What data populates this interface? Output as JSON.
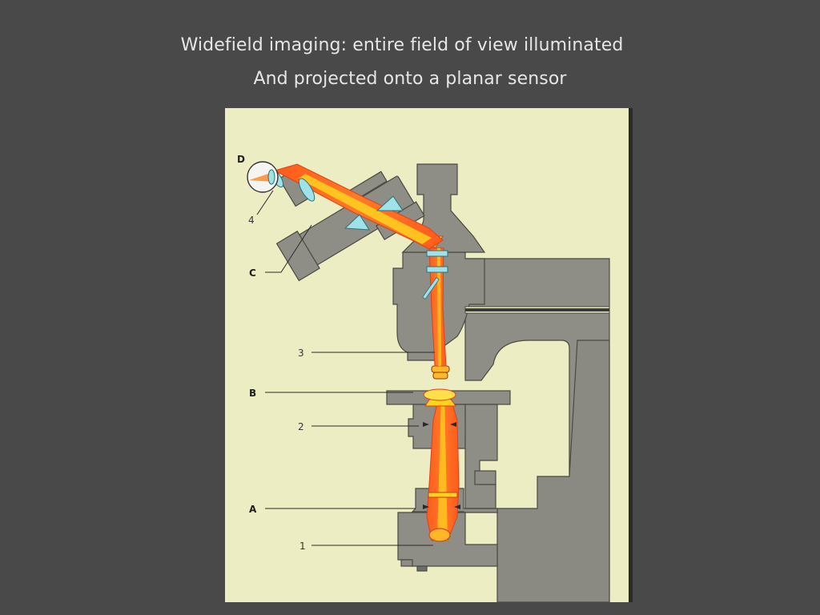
{
  "slide": {
    "title_line1": "Widefield imaging:  entire field of view illuminated",
    "title_line2": "And projected onto a planar sensor"
  },
  "diagram": {
    "colors": {
      "background": "#494949",
      "figure_background": "#ecedc2",
      "microscope_body": "#8e8e87",
      "beam_outer": "#ff5a1c",
      "beam_inner": "#ffd21f",
      "glass": "#9fe3ea"
    },
    "labels": {
      "D": "D",
      "four": "4",
      "C": "C",
      "three": "3",
      "B": "B",
      "two": "2",
      "A": "A",
      "one": "1"
    }
  }
}
